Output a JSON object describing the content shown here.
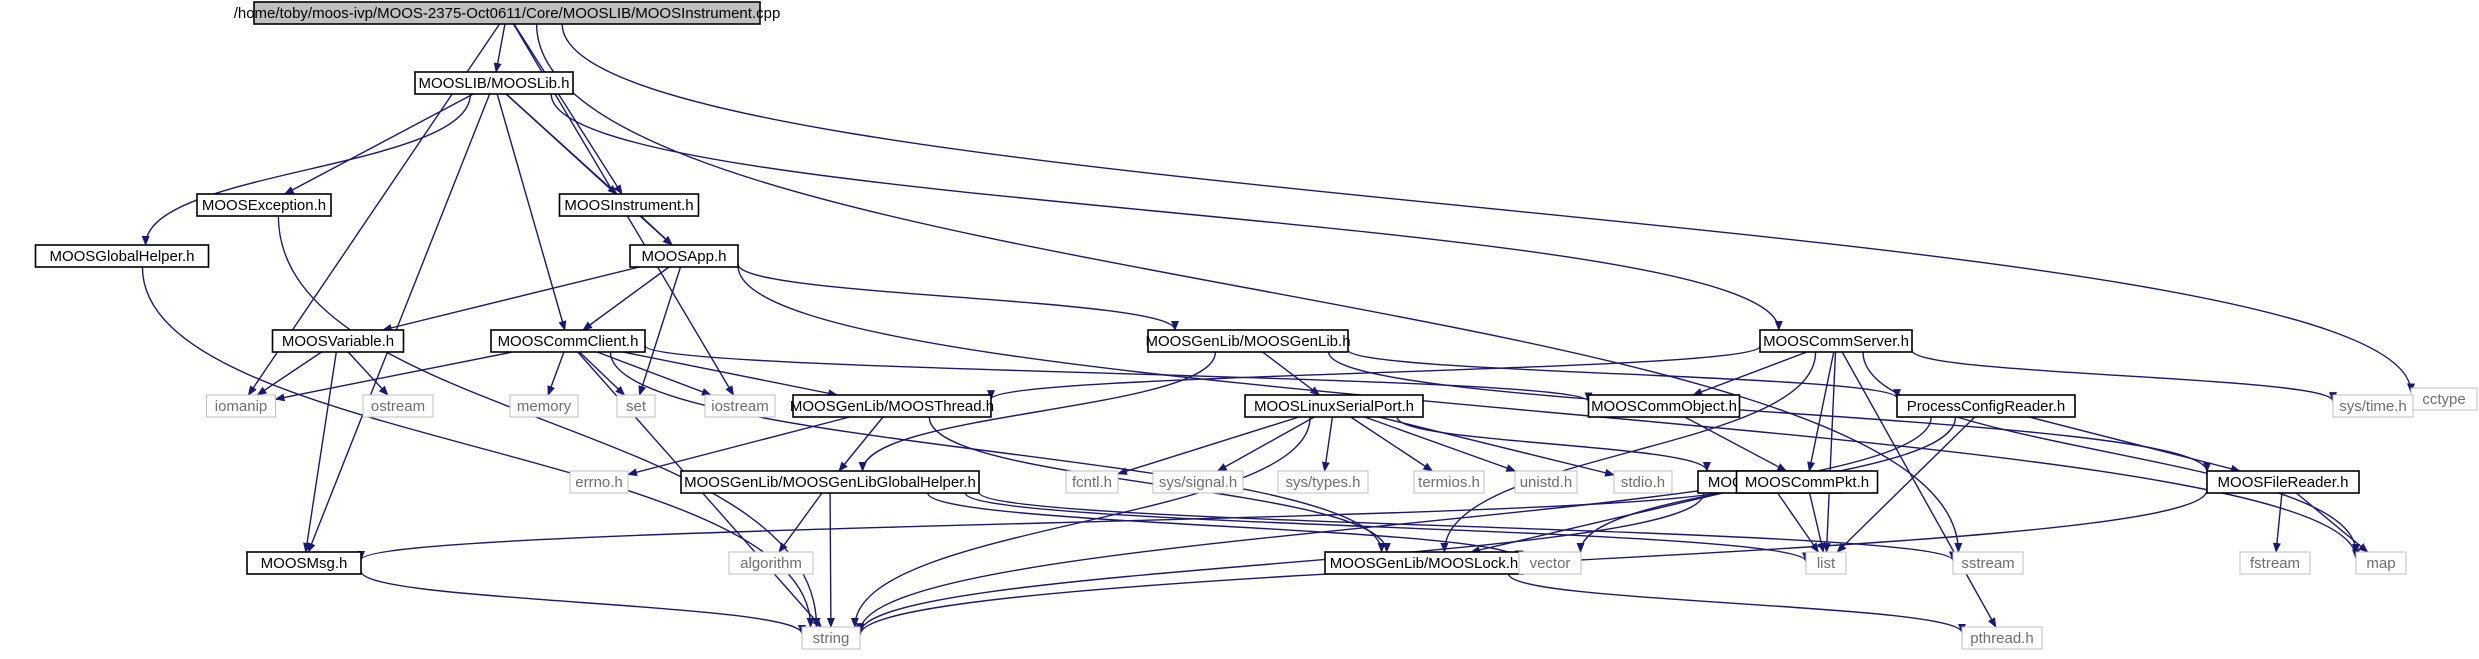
{
  "colors": {
    "edge": "#191970",
    "node_border": "#000000",
    "node_border_external": "#bfbfbf",
    "root_fill": "#bfbfbf",
    "node_fill": "#ffffff"
  },
  "nodes": [
    {
      "id": "root",
      "label": "/home/toby/moos-ivp/MOOS-2375-Oct0611/Core/MOOSLIB/MOOSInstrument.cpp",
      "kind": "root"
    },
    {
      "id": "mooslib",
      "label": "MOOSLIB/MOOSLib.h",
      "kind": "internal"
    },
    {
      "id": "cctype",
      "label": "cctype",
      "kind": "external"
    },
    {
      "id": "moosexception",
      "label": "MOOSException.h",
      "kind": "internal"
    },
    {
      "id": "moosinstrument_h",
      "label": "MOOSInstrument.h",
      "kind": "internal"
    },
    {
      "id": "moosglobalhelper",
      "label": "MOOSGlobalHelper.h",
      "kind": "internal"
    },
    {
      "id": "moosapp",
      "label": "MOOSApp.h",
      "kind": "internal"
    },
    {
      "id": "moosvariable",
      "label": "MOOSVariable.h",
      "kind": "internal"
    },
    {
      "id": "mooscommclient",
      "label": "MOOSCommClient.h",
      "kind": "internal"
    },
    {
      "id": "moosgenlib",
      "label": "MOOSGenLib/MOOSGenLib.h",
      "kind": "internal"
    },
    {
      "id": "mooscommserver",
      "label": "MOOSCommServer.h",
      "kind": "internal"
    },
    {
      "id": "iomanip",
      "label": "iomanip",
      "kind": "external"
    },
    {
      "id": "ostream",
      "label": "ostream",
      "kind": "external"
    },
    {
      "id": "memory",
      "label": "memory",
      "kind": "external"
    },
    {
      "id": "set",
      "label": "set",
      "kind": "external"
    },
    {
      "id": "iostream",
      "label": "iostream",
      "kind": "external"
    },
    {
      "id": "moosthread",
      "label": "MOOSGenLib/MOOSThread.h",
      "kind": "internal"
    },
    {
      "id": "mooslinuxserial",
      "label": "MOOSLinuxSerialPort.h",
      "kind": "internal"
    },
    {
      "id": "mooscommobject",
      "label": "MOOSCommObject.h",
      "kind": "internal"
    },
    {
      "id": "processconfig",
      "label": "ProcessConfigReader.h",
      "kind": "internal"
    },
    {
      "id": "systime",
      "label": "sys/time.h",
      "kind": "external"
    },
    {
      "id": "errno",
      "label": "errno.h",
      "kind": "external"
    },
    {
      "id": "globalhelper2",
      "label": "MOOSGenLib/MOOSGenLibGlobalHelper.h",
      "kind": "internal"
    },
    {
      "id": "fcntl",
      "label": "fcntl.h",
      "kind": "external"
    },
    {
      "id": "syssignal",
      "label": "sys/signal.h",
      "kind": "external"
    },
    {
      "id": "systypes",
      "label": "sys/types.h",
      "kind": "external"
    },
    {
      "id": "termios",
      "label": "termios.h",
      "kind": "external"
    },
    {
      "id": "unistd",
      "label": "unistd.h",
      "kind": "external"
    },
    {
      "id": "stdio",
      "label": "stdio.h",
      "kind": "external"
    },
    {
      "id": "mooserialport",
      "label": "MOOSSerialPort.h",
      "kind": "internal"
    },
    {
      "id": "mooscommpkt",
      "label": "MOOSCommPkt.h",
      "kind": "internal"
    },
    {
      "id": "moosfilereader",
      "label": "MOOSFileReader.h",
      "kind": "internal"
    },
    {
      "id": "moosmsg",
      "label": "MOOSMsg.h",
      "kind": "internal"
    },
    {
      "id": "algorithm",
      "label": "algorithm",
      "kind": "external"
    },
    {
      "id": "mooslock",
      "label": "MOOSGenLib/MOOSLock.h",
      "kind": "internal"
    },
    {
      "id": "vector",
      "label": "vector",
      "kind": "external"
    },
    {
      "id": "list",
      "label": "list",
      "kind": "external"
    },
    {
      "id": "sstream",
      "label": "sstream",
      "kind": "external"
    },
    {
      "id": "fstream",
      "label": "fstream",
      "kind": "external"
    },
    {
      "id": "map",
      "label": "map",
      "kind": "external"
    },
    {
      "id": "string",
      "label": "string",
      "kind": "external"
    },
    {
      "id": "pthread",
      "label": "pthread.h",
      "kind": "external"
    }
  ],
  "edges": [
    [
      "root",
      "mooslib"
    ],
    [
      "root",
      "moosinstrument_h"
    ],
    [
      "root",
      "iomanip"
    ],
    [
      "root",
      "iostream"
    ],
    [
      "root",
      "cctype"
    ],
    [
      "root",
      "sstream"
    ],
    [
      "mooslib",
      "moosexception"
    ],
    [
      "mooslib",
      "moosinstrument_h"
    ],
    [
      "mooslib",
      "moosglobalhelper"
    ],
    [
      "mooslib",
      "moosapp"
    ],
    [
      "mooslib",
      "mooscommclient"
    ],
    [
      "mooslib",
      "moosmsg"
    ],
    [
      "mooslib",
      "mooscommserver"
    ],
    [
      "moosexception",
      "string"
    ],
    [
      "moosglobalhelper",
      "string"
    ],
    [
      "moosinstrument_h",
      "moosapp"
    ],
    [
      "moosapp",
      "moosvariable"
    ],
    [
      "moosapp",
      "mooscommclient"
    ],
    [
      "moosapp",
      "set"
    ],
    [
      "moosapp",
      "moosgenlib"
    ],
    [
      "moosapp",
      "map"
    ],
    [
      "moosvariable",
      "iomanip"
    ],
    [
      "moosvariable",
      "ostream"
    ],
    [
      "moosvariable",
      "moosmsg"
    ],
    [
      "mooscommclient",
      "iomanip"
    ],
    [
      "mooscommclient",
      "memory"
    ],
    [
      "mooscommclient",
      "set"
    ],
    [
      "mooscommclient",
      "iostream"
    ],
    [
      "mooscommclient",
      "moosthread"
    ],
    [
      "mooscommclient",
      "mooscommobject"
    ],
    [
      "mooscommclient",
      "string"
    ],
    [
      "mooscommclient",
      "mooslock"
    ],
    [
      "moosgenlib",
      "mooslinuxserial"
    ],
    [
      "moosgenlib",
      "globalhelper2"
    ],
    [
      "moosgenlib",
      "processconfig"
    ],
    [
      "moosgenlib",
      "moosfilereader"
    ],
    [
      "mooscommserver",
      "moosthread"
    ],
    [
      "mooscommserver",
      "mooscommobject"
    ],
    [
      "mooscommserver",
      "mooscommpkt"
    ],
    [
      "mooscommserver",
      "systime"
    ],
    [
      "mooscommserver",
      "list"
    ],
    [
      "mooscommserver",
      "map"
    ],
    [
      "mooscommserver",
      "pthread"
    ],
    [
      "mooscommserver",
      "mooslock"
    ],
    [
      "moosthread",
      "errno"
    ],
    [
      "moosthread",
      "globalhelper2"
    ],
    [
      "moosthread",
      "mooslock"
    ],
    [
      "mooslinuxserial",
      "fcntl"
    ],
    [
      "mooslinuxserial",
      "syssignal"
    ],
    [
      "mooslinuxserial",
      "systypes"
    ],
    [
      "mooslinuxserial",
      "termios"
    ],
    [
      "mooslinuxserial",
      "unistd"
    ],
    [
      "mooslinuxserial",
      "stdio"
    ],
    [
      "mooslinuxserial",
      "mooserialport"
    ],
    [
      "mooslinuxserial",
      "string"
    ],
    [
      "mooscommobject",
      "mooscommpkt"
    ],
    [
      "processconfig",
      "moosfilereader"
    ],
    [
      "processconfig",
      "list"
    ],
    [
      "processconfig",
      "vector"
    ],
    [
      "processconfig",
      "string"
    ],
    [
      "globalhelper2",
      "algorithm"
    ],
    [
      "globalhelper2",
      "string"
    ],
    [
      "globalhelper2",
      "vector"
    ],
    [
      "globalhelper2",
      "list"
    ],
    [
      "globalhelper2",
      "sstream"
    ],
    [
      "mooserialport",
      "mooslock"
    ],
    [
      "mooserialport",
      "list"
    ],
    [
      "mooserialport",
      "string"
    ],
    [
      "mooscommpkt",
      "moosmsg"
    ],
    [
      "mooscommpkt",
      "list"
    ],
    [
      "moosfilereader",
      "fstream"
    ],
    [
      "moosfilereader",
      "map"
    ],
    [
      "moosfilereader",
      "string"
    ],
    [
      "moosmsg",
      "string"
    ],
    [
      "mooslock",
      "pthread"
    ]
  ]
}
